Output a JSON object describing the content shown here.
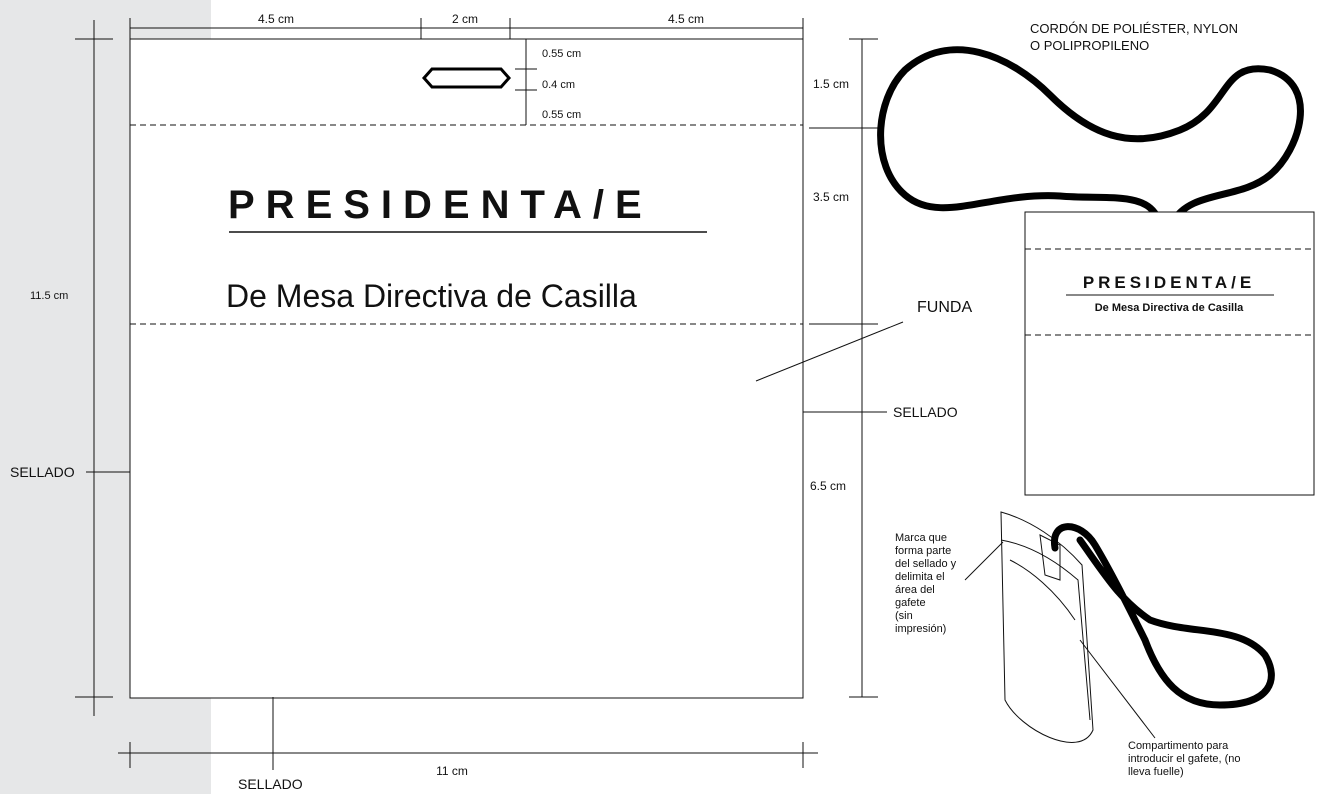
{
  "colors": {
    "sidebar_gray": "#e6e7e8",
    "line": "#111111",
    "lanyard": "#000000",
    "background": "#ffffff"
  },
  "dimensions": {
    "top_left": "4.5 cm",
    "top_middle": "2 cm",
    "top_right": "4.5 cm",
    "slot_top": "0.55 cm",
    "slot_height": "0.4 cm",
    "slot_bottom": "0.55 cm",
    "right_1": "1.5 cm",
    "right_2": "3.5 cm",
    "right_3": "6.5 cm",
    "left_total": "11.5 cm",
    "bottom_total": "11 cm"
  },
  "badge": {
    "title": "PRESIDENTA/E",
    "subtitle": "De Mesa Directiva de Casilla"
  },
  "labels": {
    "sellado_left": "SELLADO",
    "sellado_right": "SELLADO",
    "sellado_bottom": "SELLADO",
    "funda": "FUNDA",
    "cordon_line1": "CORDÓN DE POLIÉSTER, NYLON",
    "cordon_line2": "O POLIPROPILENO",
    "marca_lines": [
      "Marca que",
      "forma parte",
      "del sellado  y",
      "delimita el",
      "área del",
      "gafete",
      "(sin",
      "impresión)"
    ],
    "compartimento_lines": [
      "Compartimento para",
      "introducir el gafete, (no",
      "lleva fuelle)"
    ]
  },
  "mini_badge": {
    "title": "PRESIDENTA/E",
    "subtitle": "De Mesa Directiva de Casilla"
  }
}
